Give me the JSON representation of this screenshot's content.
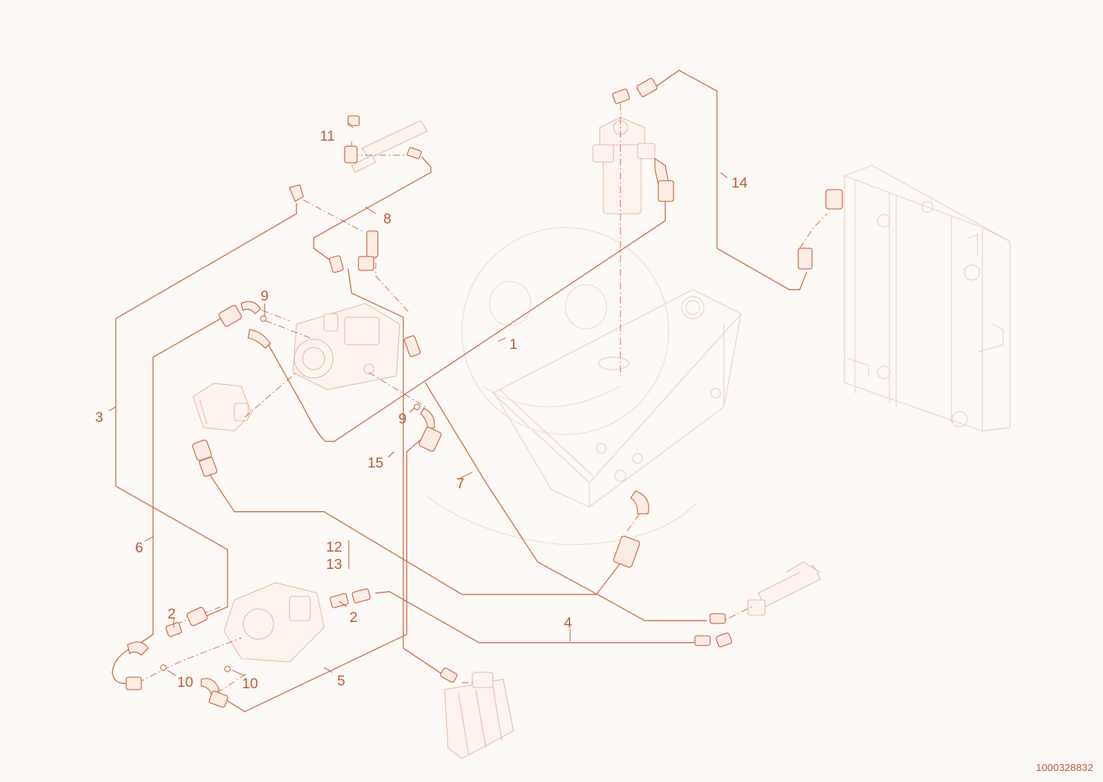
{
  "document_number": "1000328832",
  "callouts": [
    {
      "id": "1",
      "text": "1"
    },
    {
      "id": "2a",
      "text": "2"
    },
    {
      "id": "2b",
      "text": "2"
    },
    {
      "id": "3",
      "text": "3"
    },
    {
      "id": "4",
      "text": "4"
    },
    {
      "id": "5",
      "text": "5"
    },
    {
      "id": "6",
      "text": "6"
    },
    {
      "id": "7",
      "text": "7"
    },
    {
      "id": "8",
      "text": "8"
    },
    {
      "id": "9a",
      "text": "9"
    },
    {
      "id": "9b",
      "text": "9"
    },
    {
      "id": "10a",
      "text": "10"
    },
    {
      "id": "10b",
      "text": "10"
    },
    {
      "id": "11",
      "text": "11"
    },
    {
      "id": "12",
      "text": "12"
    },
    {
      "id": "13",
      "text": "13"
    },
    {
      "id": "14",
      "text": "14"
    },
    {
      "id": "15",
      "text": "15"
    }
  ]
}
